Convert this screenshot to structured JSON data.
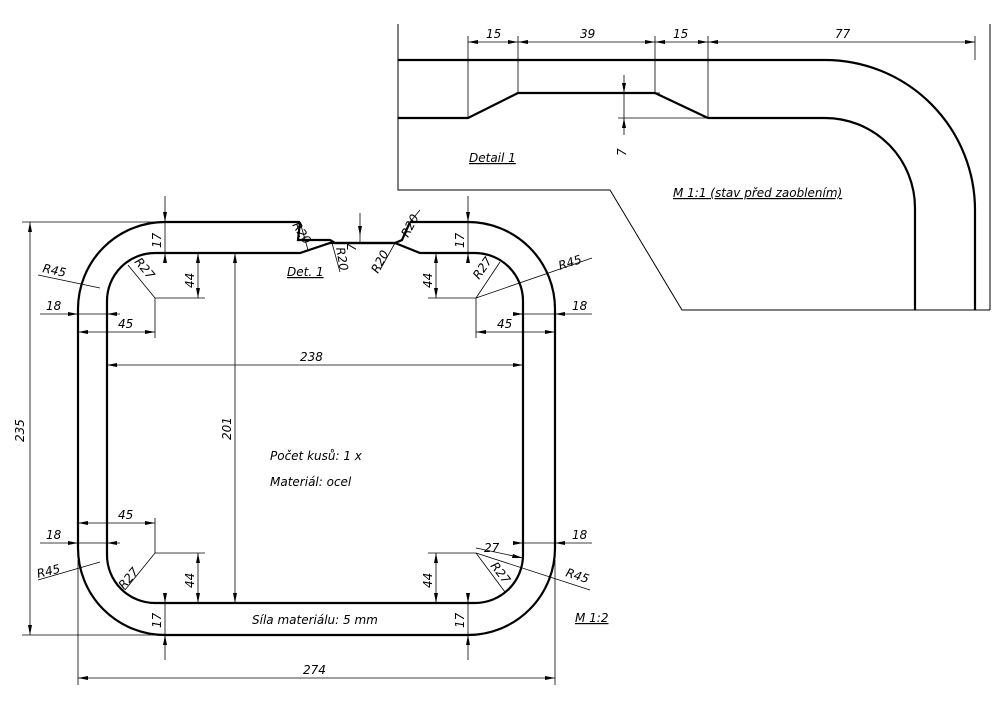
{
  "drawing": {
    "detail_title": "Detail 1",
    "detail_scale_note": "M 1:1 (stav před zaoblením)",
    "main_scale": "M 1:2",
    "detail_ref": "Det. 1",
    "pieces": "Počet kusů: 1 x",
    "material": "Materiál: ocel",
    "thickness": "Síla materiálu: 5 mm"
  },
  "detail_dims": {
    "d1": "15",
    "d2": "39",
    "d3": "15",
    "d4": "77",
    "d5": "7"
  },
  "main_dims": {
    "overall_width": "274",
    "overall_height": "235",
    "inner_width": "238",
    "inner_height": "201",
    "rim_tl": "17",
    "rim_tr": "17",
    "rim_bl": "17",
    "rim_br": "17",
    "side_tl": "18",
    "side_tr": "18",
    "side_bl": "18",
    "side_br": "18",
    "corner_tl": "45",
    "corner_tr": "45",
    "corner_bl": "45",
    "corner_br": "27",
    "vert_tl": "44",
    "vert_tr": "44",
    "vert_bl": "44",
    "vert_br": "44",
    "r_outer_tl": "R45",
    "r_outer_tr": "R45",
    "r_outer_bl": "R45",
    "r_outer_br": "R45",
    "r_inner_tl": "R27",
    "r_inner_tr": "R27",
    "r_inner_bl": "R27",
    "r_inner_br": "R27",
    "notch_r1": "R20",
    "notch_r2": "R20",
    "notch_r3": "R20",
    "notch_r4": "R20",
    "notch_depth": "7"
  }
}
